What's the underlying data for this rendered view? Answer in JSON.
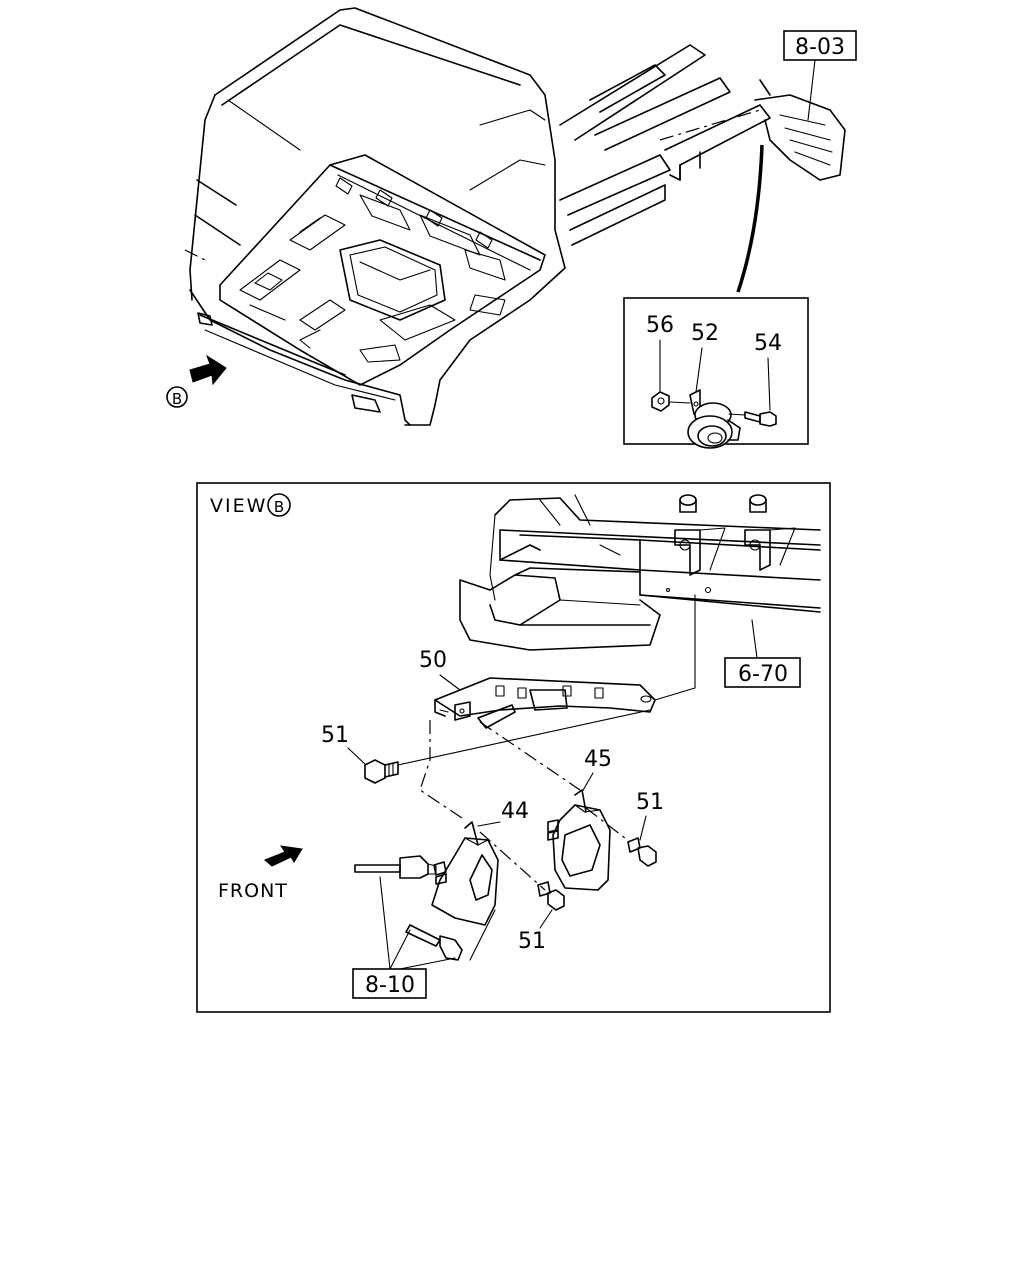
{
  "view_label": "VIEW",
  "view_marker": "B",
  "arrow_marker": "B",
  "front_label": "FRONT",
  "ref_codes": {
    "top_right": "8-03",
    "frame": "6-70",
    "harness": "8-10"
  },
  "inset_parts": {
    "nut": "56",
    "bracket": "52",
    "bolt": "54"
  },
  "view_parts": {
    "bracket": "50",
    "bolt_left": "51",
    "bolt_right": "51",
    "bolt_bottom": "51",
    "horn_high": "45",
    "horn_low": "44"
  }
}
